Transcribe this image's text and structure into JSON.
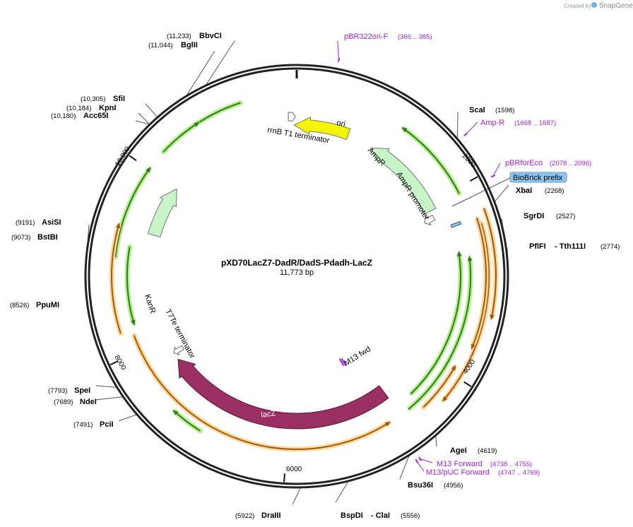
{
  "credit": {
    "prefix": "Created by",
    "brand": "SnapGene"
  },
  "plasmid": {
    "name": "pXD70LacZ7-DadR/DadS-Pdadh-LacZ",
    "size": "11,773 bp"
  },
  "ticks": [
    "2000",
    "4000",
    "6000",
    "8000",
    "10,000"
  ],
  "features": {
    "ori": "ori",
    "AmpR": "AmpR",
    "AmpR_promoter": "AmpR promoter",
    "rrnB": "rrnB T1 terminator",
    "KanR": "KanR",
    "T7Te": "T7Te terminator",
    "lacZ": "lacZ",
    "M13fwd": "M13 fwd"
  },
  "sites": {
    "BbvCI": {
      "name": "BbvCI",
      "pos": "(11,233)"
    },
    "BglII": {
      "name": "BglII",
      "pos": "(11,044)"
    },
    "SfiI": {
      "name": "SfiI",
      "pos": "(10,305)"
    },
    "KpnI": {
      "name": "KpnI",
      "pos": "(10,184)"
    },
    "Acc65I": {
      "name": "Acc65I",
      "pos": "(10,180)"
    },
    "AsiSI": {
      "name": "AsiSI",
      "pos": "(9191)"
    },
    "BstBI": {
      "name": "BstBI",
      "pos": "(9073)"
    },
    "PpuMI": {
      "name": "PpuMI",
      "pos": "(8526)"
    },
    "SpeI": {
      "name": "SpeI",
      "pos": "(7793)"
    },
    "NdeI": {
      "name": "NdeI",
      "pos": "(7689)"
    },
    "PciI": {
      "name": "PciI",
      "pos": "(7491)"
    },
    "DraIII": {
      "name": "DraIII",
      "pos": "(5922)"
    },
    "BspDI": {
      "name": "BspDI",
      "pos": ""
    },
    "ClaI": {
      "name": "-  ClaI",
      "pos": "(5556)"
    },
    "Bsu36I": {
      "name": "Bsu36I",
      "pos": "(4956)"
    },
    "AgeI": {
      "name": "AgeI",
      "pos": "(4619)"
    },
    "PflFI": {
      "name": "PflFI",
      "pos": ""
    },
    "Tth111I": {
      "name": "-  Tth111I",
      "pos": "(2774)"
    },
    "SgrDI": {
      "name": "SgrDI",
      "pos": "(2527)"
    },
    "XbaI": {
      "name": "XbaI",
      "pos": "(2268)"
    },
    "ScaI": {
      "name": "ScaI",
      "pos": "(1598)"
    }
  },
  "biobrick": "BioBrick prefix",
  "primers": {
    "pBR322ori": {
      "name": "pBR322ori-F",
      "pos": "(366 .. 385)"
    },
    "AmpR": {
      "name": "Amp-R",
      "pos": "(1668 .. 1687)"
    },
    "pBRforEco": {
      "name": "pBRforEco",
      "pos": "(2078 .. 2096)"
    },
    "M13Forward": {
      "name": "M13 Forward",
      "pos": "(4738 .. 4755)"
    },
    "M13pUC": {
      "name": "M13/pUC Forward",
      "pos": "(4747 .. 4769)"
    }
  },
  "colors": {
    "backbone": "#222222",
    "ori": "#f5f500",
    "marker": "#c8f5c8",
    "lacZ": "#992f63",
    "orf_green": "#2f7a1f",
    "orf_glow_green": "#b6f08a",
    "orf_orange": "#a05a10",
    "orf_glow_orange": "#ffd89a",
    "primer": "#a020f0",
    "biobrick": "#8ec6f0"
  }
}
